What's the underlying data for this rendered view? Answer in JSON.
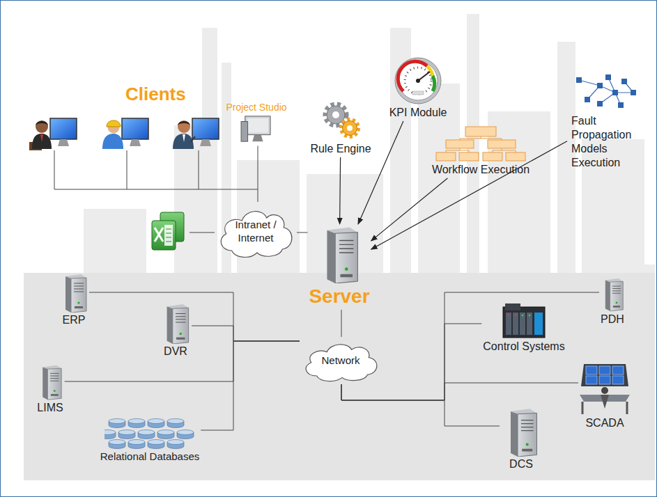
{
  "diagram": {
    "nodes": [
      {
        "text": [
          "Project Studio"
        ]
      },
      {
        "text": [
          "KPI Module"
        ]
      },
      {
        "text": [
          "Rule Engine"
        ]
      },
      {
        "text": [
          "Workflow Execution"
        ]
      },
      {
        "text": [
          "Fault Propagation Models Execution"
        ]
      },
      {
        "text": [
          "Intranet / Internet"
        ]
      },
      {
        "text": [
          "Server"
        ]
      },
      {
        "text": [
          "ERP"
        ]
      },
      {
        "text": [
          "PDH"
        ]
      },
      {
        "text": [
          "DVR"
        ]
      },
      {
        "text": [
          "Control Systems"
        ]
      },
      {
        "text": [
          "Network"
        ]
      },
      {
        "text": [
          "LIMS"
        ]
      },
      {
        "text": [
          "SCADA"
        ]
      },
      {
        "text": [
          "Relational Databases"
        ]
      },
      {
        "text": [
          "DCS"
        ]
      }
    ],
    "edges": [
      {
        "from": 0,
        "to": 5,
        "arrow": "none"
      },
      {
        "from": 2,
        "to": 6,
        "arrow": "to"
      },
      {
        "from": 1,
        "to": 6,
        "arrow": "to"
      },
      {
        "from": 3,
        "to": 6,
        "arrow": "to"
      },
      {
        "from": 4,
        "to": 6,
        "arrow": "to"
      },
      {
        "from": 5,
        "to": 6,
        "arrow": "none"
      },
      {
        "from": 6,
        "to": 11,
        "arrow": "none"
      },
      {
        "from": 11,
        "to": 7,
        "arrow": "none"
      },
      {
        "from": 11,
        "to": 9,
        "arrow": "none"
      },
      {
        "from": 11,
        "to": 12,
        "arrow": "none"
      },
      {
        "from": 11,
        "to": 14,
        "arrow": "none"
      },
      {
        "from": 11,
        "to": 8,
        "arrow": "none"
      },
      {
        "from": 11,
        "to": 10,
        "arrow": "none"
      },
      {
        "from": 11,
        "to": 13,
        "arrow": "none"
      },
      {
        "from": 11,
        "to": 15,
        "arrow": "none"
      }
    ],
    "labels": [
      "Clients"
    ]
  }
}
